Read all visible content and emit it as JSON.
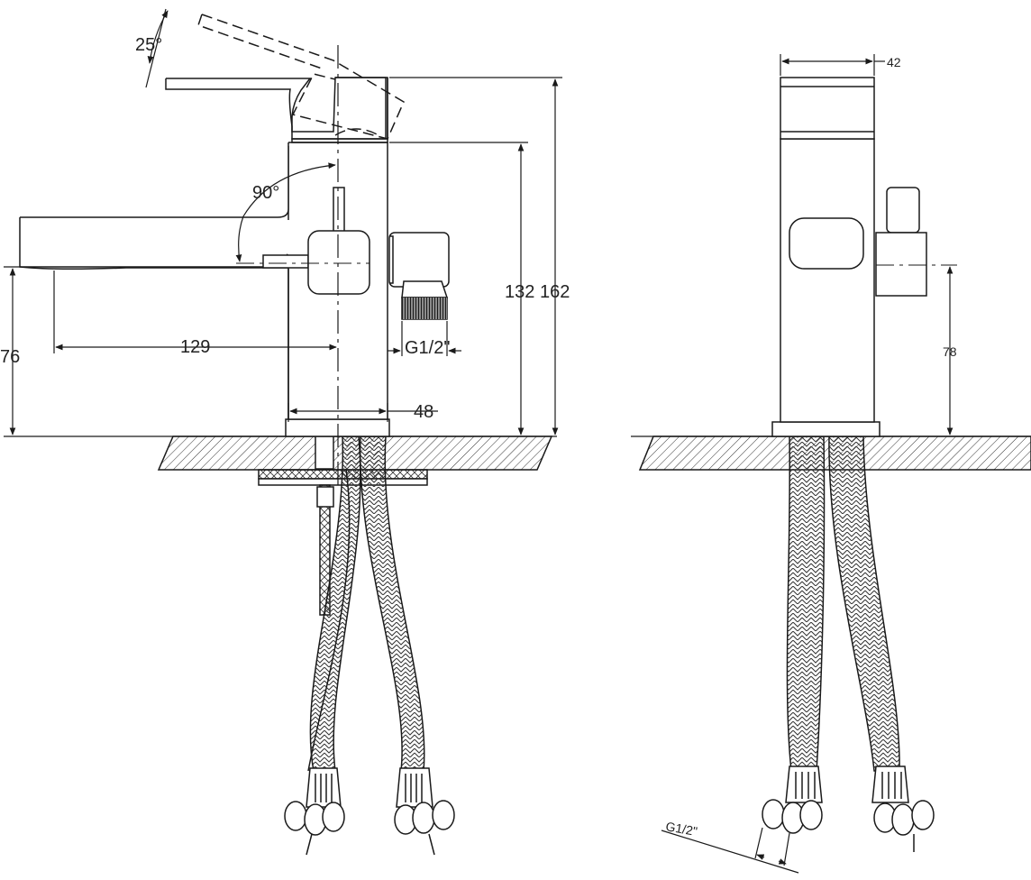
{
  "side_view": {
    "dimensions": {
      "handle_tilt": "25°",
      "handle_rotation": "90°",
      "spout_reach": "129",
      "spout_height": "76",
      "body_height": "132",
      "total_height": "162",
      "base_width": "48",
      "outlet_thread": "G1/2\""
    }
  },
  "front_view": {
    "dimensions": {
      "body_width": "42",
      "outlet_height": "78",
      "hose_thread": "G1/2\""
    }
  },
  "colors": {
    "line": "#1a1a1a",
    "background": "#ffffff"
  }
}
